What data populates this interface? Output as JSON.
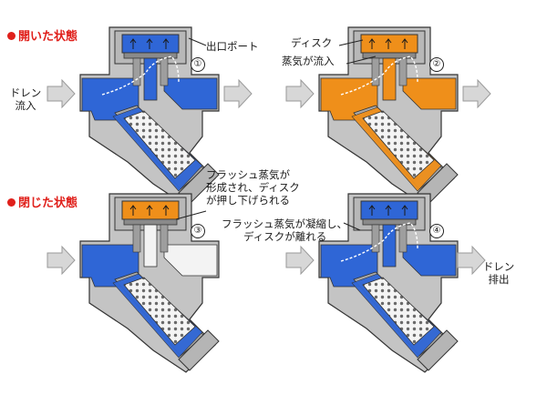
{
  "states": {
    "open": {
      "title": "開いた状態"
    },
    "closed": {
      "title": "閉じた状態"
    }
  },
  "labels": {
    "drain_in": [
      "ドレン",
      "流入"
    ],
    "outlet_port": "出口ポート",
    "disc": "ディスク",
    "steam_inflow": "蒸気が流入",
    "flash_formed": [
      "フラッシュ蒸気が",
      "形成され、ディスク",
      "が押し下げられる"
    ],
    "flash_condensed": [
      "フラッシュ蒸気が凝縮し、",
      "ディスクが離れる"
    ],
    "drain_out": [
      "ドレン",
      "排出"
    ]
  },
  "panels": [
    {
      "number": "①",
      "fill": "#2f66d6"
    },
    {
      "number": "②",
      "fill": "#ef8f1a"
    },
    {
      "number": "③",
      "fill": "#2f66d6"
    },
    {
      "number": "④",
      "fill": "#2f66d6"
    }
  ],
  "colors": {
    "drain": "#2f66d6",
    "steam": "#ef8f1a",
    "body": "#c4c4c4",
    "arrow": "#d7d7d7",
    "title": "#e0201b"
  }
}
